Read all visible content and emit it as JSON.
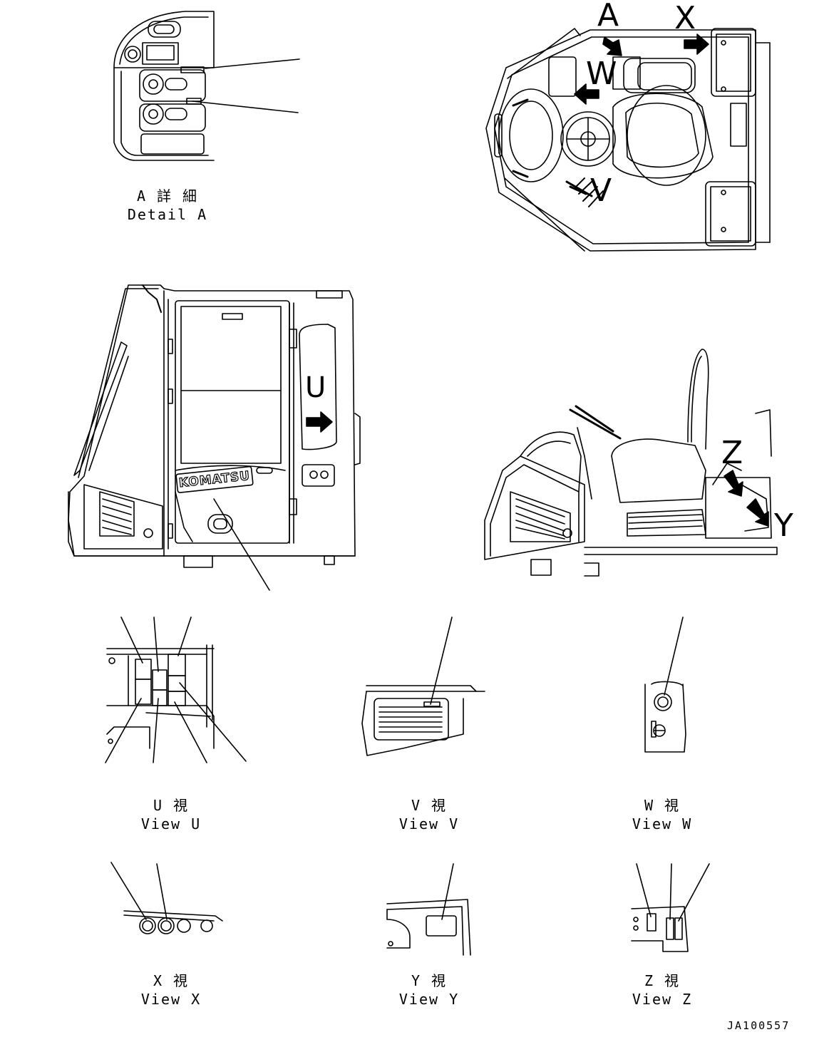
{
  "captions": {
    "detail_a": {
      "jp": "A 詳 細",
      "en": "Detail A"
    },
    "view_u": {
      "jp": "U  視",
      "en": "View U"
    },
    "view_v": {
      "jp": "V  視",
      "en": "View V"
    },
    "view_w": {
      "jp": "W  視",
      "en": "View W"
    },
    "view_x": {
      "jp": "X  視",
      "en": "View X"
    },
    "view_y": {
      "jp": "Y  視",
      "en": "View Y"
    },
    "view_z": {
      "jp": "Z  視",
      "en": "View Z"
    }
  },
  "arrow_labels": {
    "a": "A",
    "x": "X",
    "w": "W",
    "v": "V",
    "u": "U",
    "z": "Z",
    "y": "Y"
  },
  "brand_logo": "KOMATSU",
  "drawing_code": "JA100557"
}
